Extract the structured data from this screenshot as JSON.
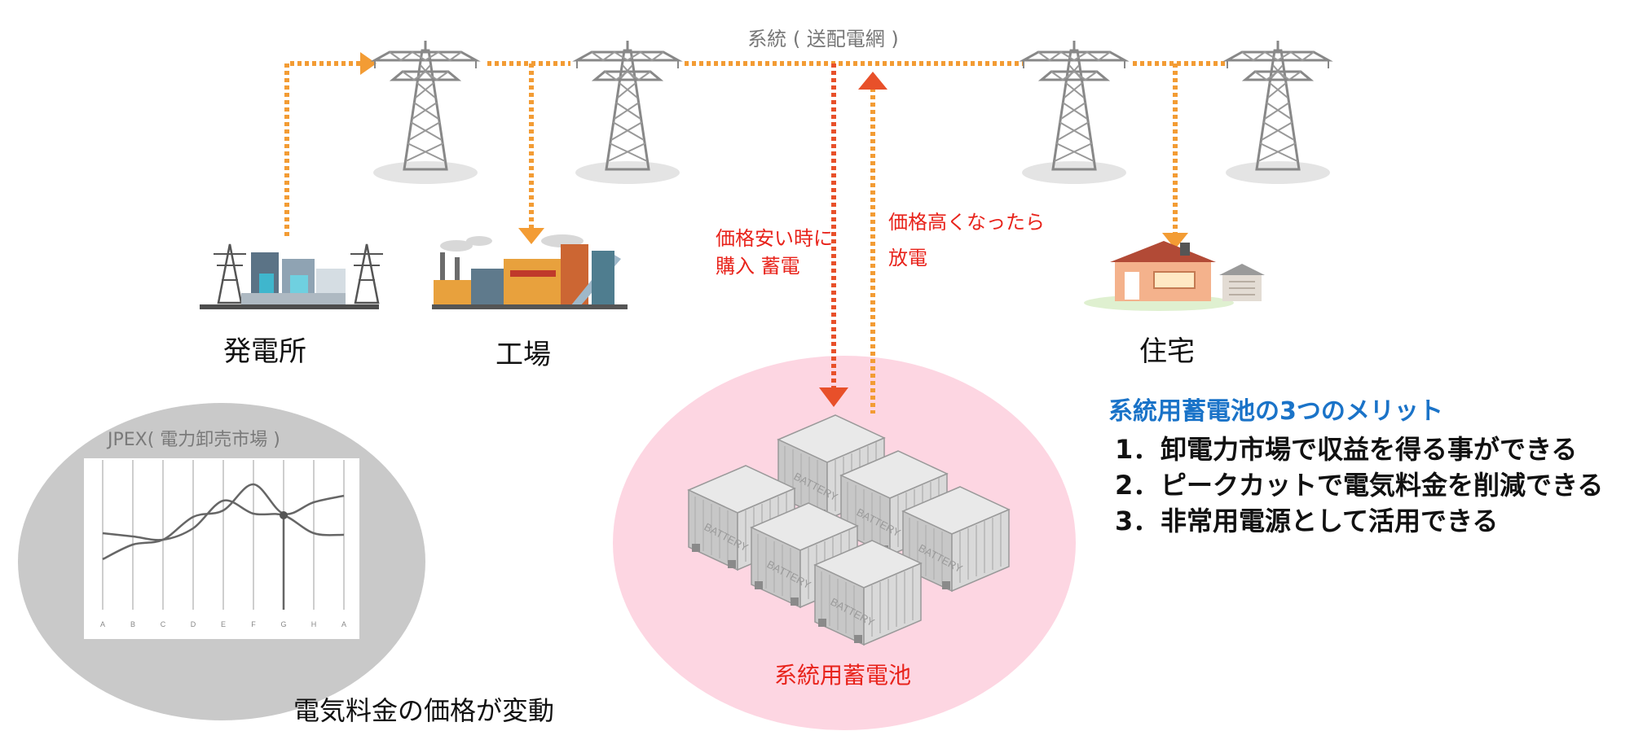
{
  "grid": {
    "title": "系統 ( 送配電網 )"
  },
  "places": {
    "power_plant": "発電所",
    "factory": "工場",
    "house": "住宅"
  },
  "flows": {
    "buy_line1": "価格安い時に",
    "buy_line2": "購入 蓄電",
    "sell_line1": "価格高くなったら",
    "sell_line2": "放電"
  },
  "battery": {
    "label": "系統用蓄電池",
    "unit_text": "BATTERY"
  },
  "market": {
    "title": "JPEX( 電力卸売市場 )",
    "caption": "電気料金の価格が変動"
  },
  "merits": {
    "title": "系統用蓄電池の3つのメリット",
    "items": [
      {
        "num": "1．",
        "text": "卸電力市場で収益を得る事ができる"
      },
      {
        "num": "2．",
        "text": "ピークカットで電気料金を削減できる"
      },
      {
        "num": "3．",
        "text": "非常用電源として活用できる"
      }
    ]
  },
  "chart_data": {
    "type": "line",
    "title": "JPEX( 電力卸売市場 )",
    "categories": [
      "A",
      "B",
      "C",
      "D",
      "E",
      "F",
      "G",
      "H",
      "A"
    ],
    "series": [
      {
        "values": [
          4.0,
          3.8,
          3.6,
          4.3,
          6.0,
          5.2,
          5.1,
          4.0,
          3.9
        ]
      },
      {
        "values": [
          2.4,
          3.3,
          3.6,
          5.0,
          5.4,
          7.0,
          5.2,
          5.9,
          6.3
        ]
      }
    ],
    "ylim": [
      0,
      8
    ],
    "grid": true
  },
  "colors": {
    "grid_line": "#f39c34",
    "buy_arrow": "#e8502a",
    "text_red": "#e8231b",
    "accent_blue": "#1a73c8",
    "battery_circle": "#fdd6e2",
    "chart_ellipse": "#c9c9c9"
  }
}
